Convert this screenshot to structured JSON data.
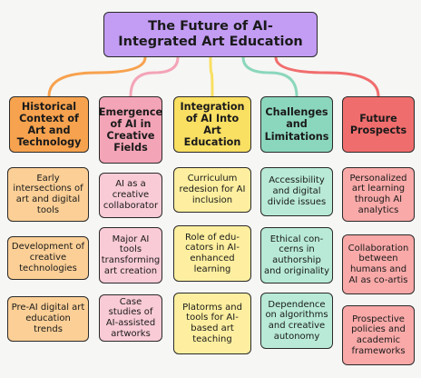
{
  "title": "The Future of AI-Integrated Art Education",
  "colors": {
    "title_bg": "#c39cf4",
    "orange": "#f7a24e",
    "pink": "#f4a4b7",
    "yellow": "#f9df62",
    "teal": "#8bd7bd",
    "red": "#f06d6d"
  },
  "branches": [
    {
      "header": "Historical Context of Art and Technology",
      "color": "orange",
      "items": [
        "Early intersections of art and digital tools",
        "Development of creative technologies",
        "Pre-AI digital art education trends"
      ]
    },
    {
      "header": "Emergence of AI in Creative Fields",
      "color": "pink",
      "items": [
        "AI as a creative collaborator",
        "Major AI tools transforming art creation",
        "Case studies of AI-assisted artworks"
      ]
    },
    {
      "header": "Integration of AI Into Art Education",
      "color": "yellow",
      "items": [
        "Curriculum redesion for AI inclusion",
        "Role of edu-cators in AI-enhanced learning",
        "Platorms and tools for AI-based art teaching"
      ]
    },
    {
      "header": "Challenges and Limitations",
      "color": "teal",
      "items": [
        "Accessibility and digital divide issues",
        "Ethical con-cerns in authorship and originality",
        "Dependence on algorithms and creative autonomy"
      ]
    },
    {
      "header": "Future Prospects",
      "color": "red",
      "items": [
        "Personalized art learning through AI analytics",
        "Collaboration between humans and AI as co-artis",
        "Prospective policies and academic frameworks"
      ]
    }
  ]
}
